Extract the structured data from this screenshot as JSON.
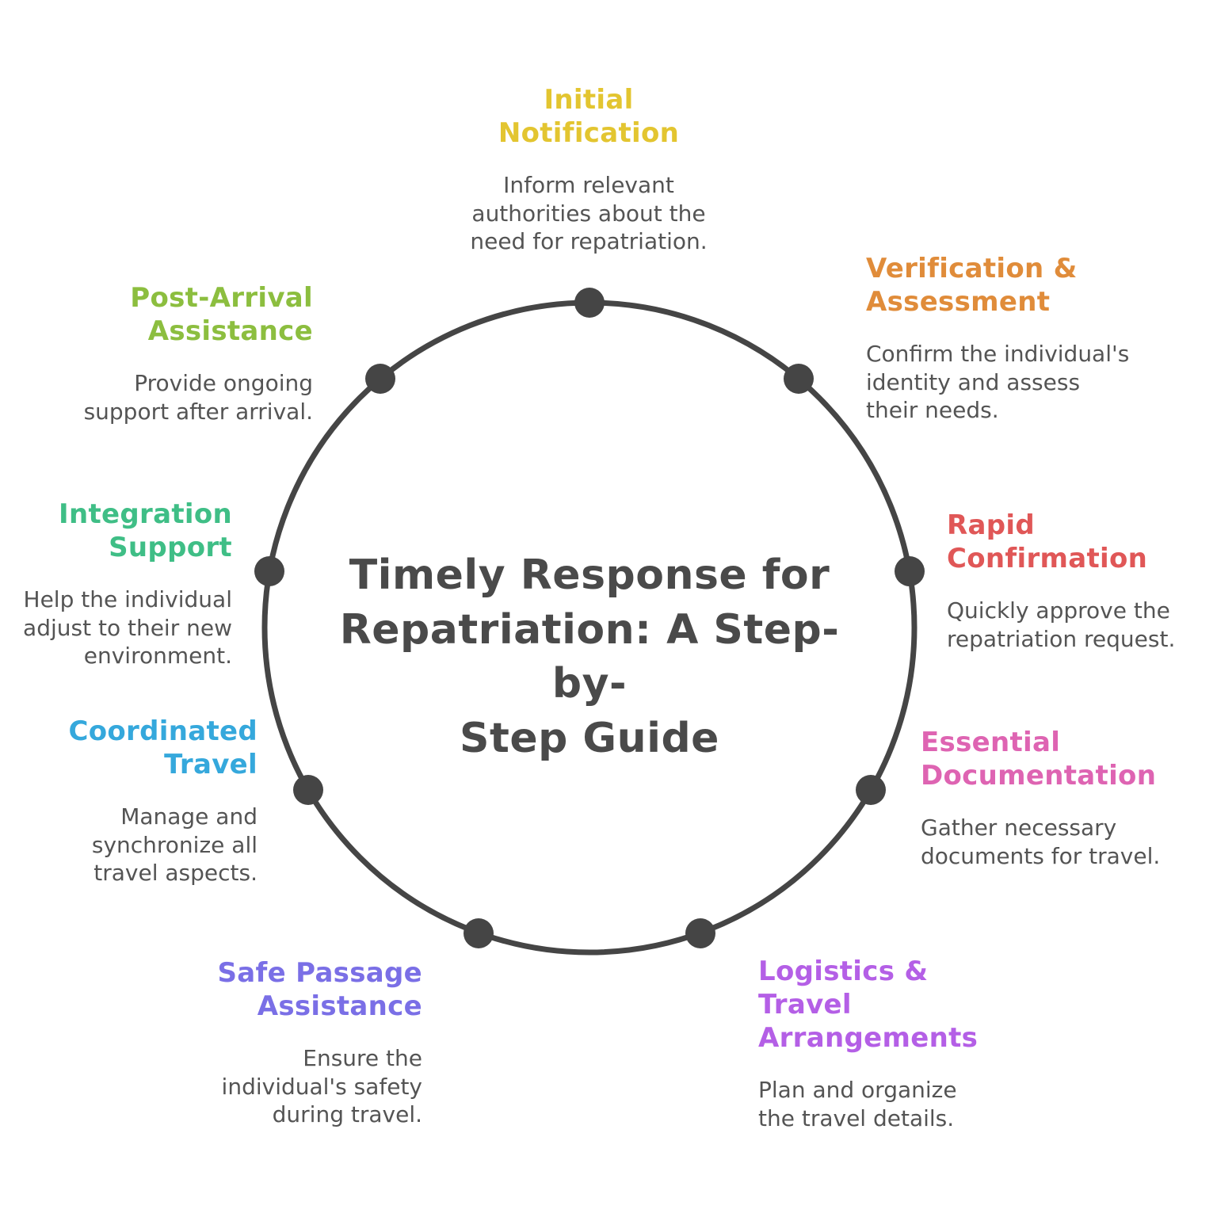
{
  "title": "Timely Response for\nRepatriation: A Step-by-\nStep Guide",
  "colors": {
    "circle": "#454545",
    "title_text": "#4A4A4A",
    "body_text": "#545454"
  },
  "steps": [
    {
      "id": "initial-notification",
      "title": "Initial\nNotification",
      "description": "Inform relevant\nauthorities about the\nneed for repatriation.",
      "color": "#E3C530"
    },
    {
      "id": "verification-assessment",
      "title": "Verification &\nAssessment",
      "description": "Confirm the individual's\nidentity and assess\ntheir needs.",
      "color": "#E08C3A"
    },
    {
      "id": "rapid-confirmation",
      "title": "Rapid\nConfirmation",
      "description": "Quickly approve the\nrepatriation request.",
      "color": "#E05757"
    },
    {
      "id": "essential-documentation",
      "title": "Essential\nDocumentation",
      "description": "Gather necessary\ndocuments for travel.",
      "color": "#DE64B2"
    },
    {
      "id": "logistics-travel-arrangements",
      "title": "Logistics &\nTravel\nArrangements",
      "description": "Plan and organize\nthe travel details.",
      "color": "#B45FE6"
    },
    {
      "id": "safe-passage-assistance",
      "title": "Safe Passage\nAssistance",
      "description": "Ensure the\nindividual's safety\nduring travel.",
      "color": "#7A6FE6"
    },
    {
      "id": "coordinated-travel",
      "title": "Coordinated\nTravel",
      "description": "Manage and\nsynchronize all\ntravel aspects.",
      "color": "#35A8DC"
    },
    {
      "id": "integration-support",
      "title": "Integration\nSupport",
      "description": "Help the individual\nadjust to their new\nenvironment.",
      "color": "#3FBE86"
    },
    {
      "id": "post-arrival-assistance",
      "title": "Post-Arrival\nAssistance",
      "description": "Provide ongoing\nsupport after arrival.",
      "color": "#8CBE3F"
    }
  ]
}
